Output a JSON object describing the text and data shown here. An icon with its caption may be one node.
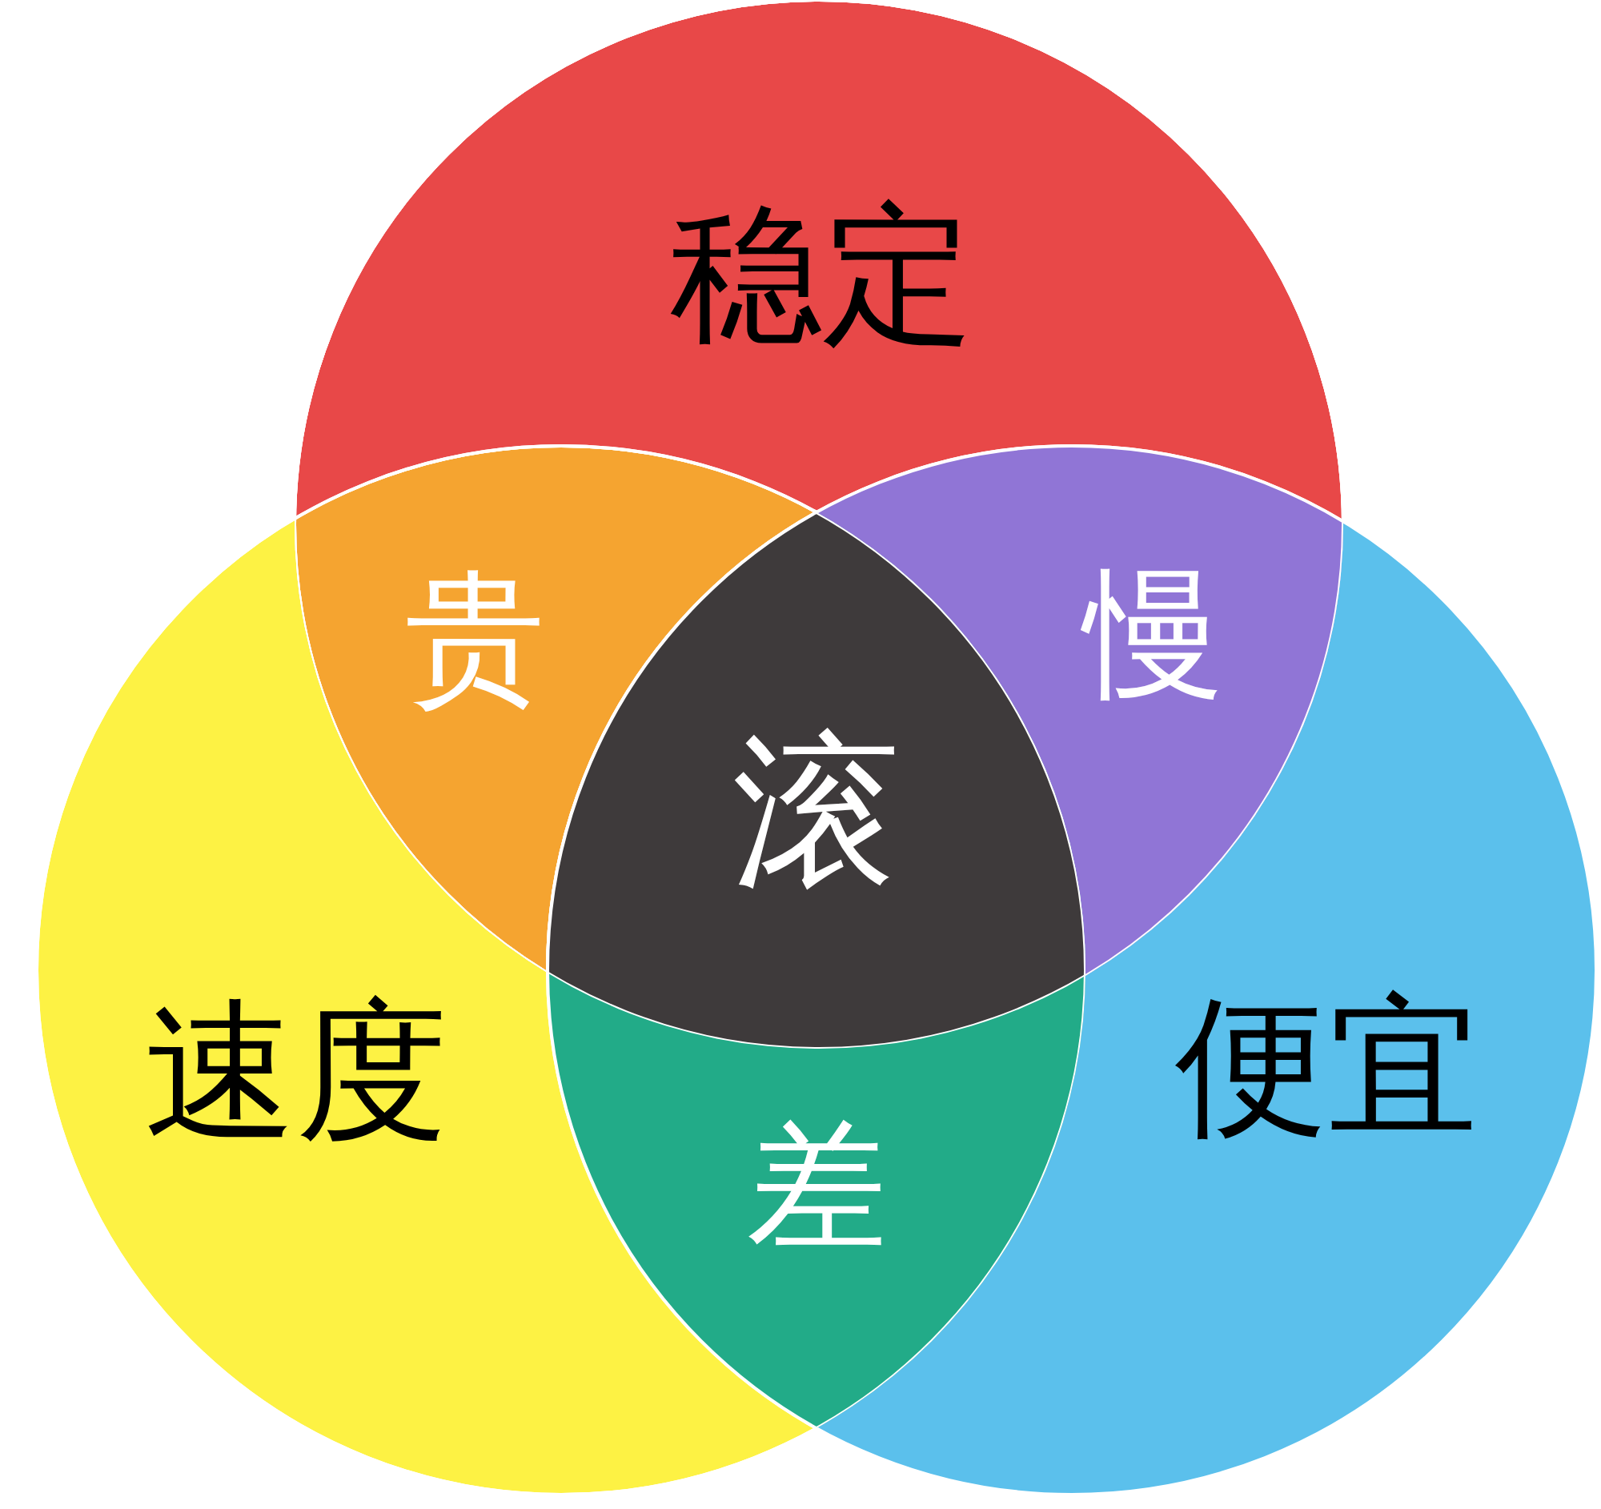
{
  "diagram": {
    "nodes": [
      {
        "text": [
          "稳定"
        ]
      },
      {
        "text": [
          "贵"
        ]
      },
      {
        "text": [
          "慢"
        ]
      },
      {
        "text": [
          "滚"
        ]
      },
      {
        "text": [
          "速度"
        ]
      },
      {
        "text": [
          "便宜"
        ]
      },
      {
        "text": [
          "差"
        ]
      }
    ]
  }
}
